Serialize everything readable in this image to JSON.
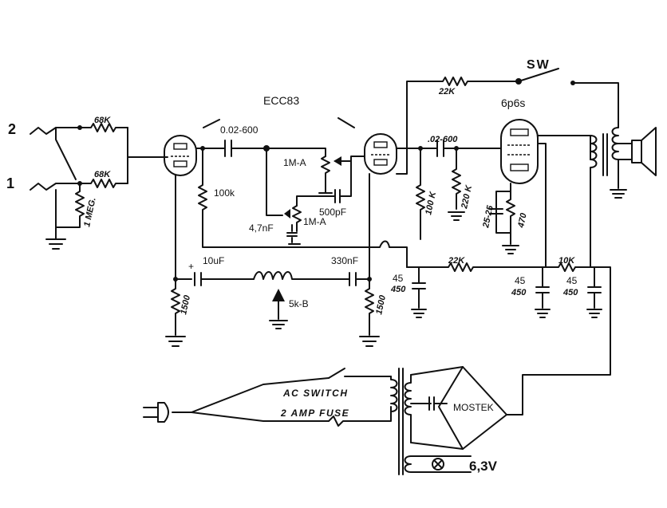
{
  "inputs": {
    "in2": "2",
    "in1": "1"
  },
  "tubes": {
    "preamp": "ECC83",
    "output": "6p6s"
  },
  "switch_label": "SW",
  "components": {
    "r_in2": "68K",
    "r_in1": "68K",
    "r_grid": "1 MEG.",
    "c_coupling1": "0.02-600",
    "r_plate1": "100k",
    "pot_1": "1M-A",
    "pot_2": "1M-A",
    "c_bright": "4,7nF",
    "c_500": "500pF",
    "c_10u": "10uF",
    "c_330n": "330nF",
    "pot_5k": "5k-B",
    "r_cath1": "1500",
    "r_cath2": "1500",
    "r_b_top": "22K",
    "c_coupling2": ".02-600",
    "r_100k": "100 K",
    "r_220k": "220 K",
    "c_25": "25-25",
    "r_470": "470",
    "r_22k_b": "22K",
    "r_10k": "10K",
    "cap1_a": "45",
    "cap1_b": "450",
    "cap2_a": "45",
    "cap2_b": "450",
    "cap3_a": "45",
    "cap3_b": "450"
  },
  "power": {
    "ac_switch": "AC SWITCH",
    "fuse": "2 AMP FUSE",
    "rectifier": "MOSTEK",
    "heater": "6,3V"
  }
}
